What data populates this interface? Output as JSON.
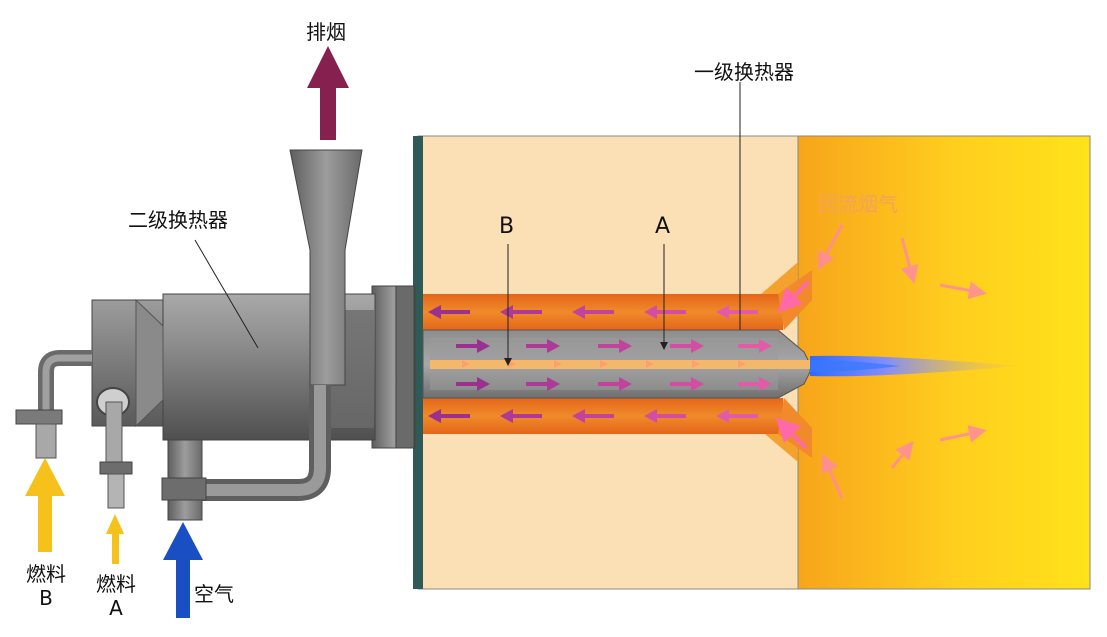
{
  "labels": {
    "exhaust": "排烟",
    "primary_exchanger": "一级换热器",
    "secondary_exchanger": "二级换热器",
    "recirculated_flue_gas": "回流烟气",
    "marker_b": "B",
    "marker_a": "A",
    "fuel_b_line1": "燃料",
    "fuel_b_line2": "B",
    "fuel_a_line1": "燃料",
    "fuel_a_line2": "A",
    "air": "空气"
  },
  "colors": {
    "exhaust_arrow": "#86204e",
    "fuel_arrow": "#f5c11a",
    "air_arrow": "#1a4fc4",
    "furnace_wall": "#fbe0b5",
    "hot_zone": "#ffd21e",
    "flue_channel": "#e8731a",
    "pipe_gray": "#7f7f7f",
    "flame_blue": "#3a78ff",
    "recirc_pink": "#ff69a8"
  },
  "icons": {
    "exhaust": "up-arrow",
    "fuel_in": "up-arrow",
    "air_in": "up-arrow",
    "flow": "left-arrow"
  }
}
